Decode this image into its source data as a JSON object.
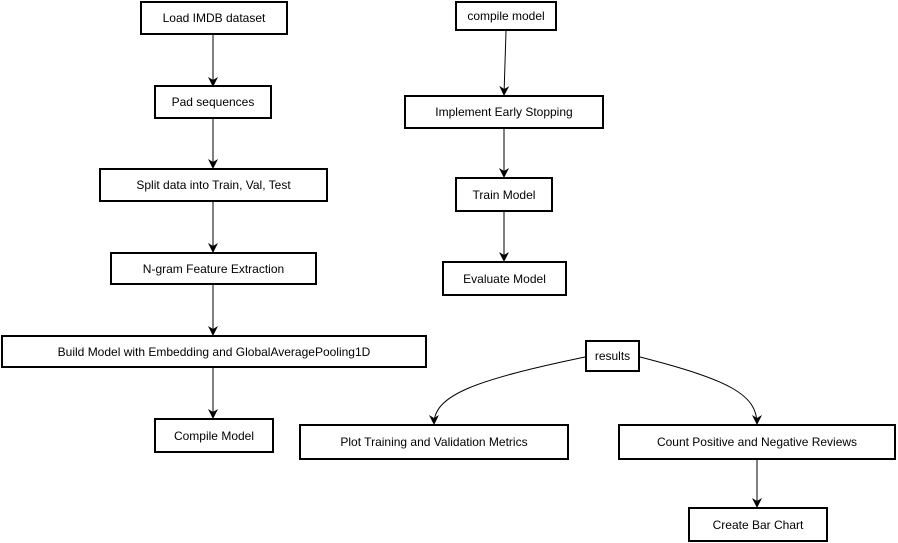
{
  "diagram": {
    "colors": {
      "stroke": "#000000",
      "fill": "#ffffff",
      "text": "#000000"
    },
    "nodes": {
      "load_imdb": {
        "label": "Load IMDB dataset"
      },
      "pad_sequences": {
        "label": "Pad sequences"
      },
      "split_data": {
        "label": "Split data into Train, Val, Test"
      },
      "ngram": {
        "label": "N-gram Feature Extraction"
      },
      "build_model": {
        "label": "Build Model with Embedding and GlobalAveragePooling1D"
      },
      "compile_model_1": {
        "label": "Compile Model"
      },
      "compile_model_2": {
        "label": "compile model"
      },
      "early_stopping": {
        "label": "Implement Early Stopping"
      },
      "train_model": {
        "label": "Train Model"
      },
      "evaluate_model": {
        "label": "Evaluate Model"
      },
      "results": {
        "label": "results"
      },
      "plot_metrics": {
        "label": "Plot Training and Validation Metrics"
      },
      "count_reviews": {
        "label": "Count Positive and Negative Reviews"
      },
      "bar_chart": {
        "label": "Create Bar Chart"
      }
    },
    "edges": [
      {
        "from": "load_imdb",
        "to": "pad_sequences"
      },
      {
        "from": "pad_sequences",
        "to": "split_data"
      },
      {
        "from": "split_data",
        "to": "ngram"
      },
      {
        "from": "ngram",
        "to": "build_model"
      },
      {
        "from": "build_model",
        "to": "compile_model_1"
      },
      {
        "from": "compile_model_2",
        "to": "early_stopping"
      },
      {
        "from": "early_stopping",
        "to": "train_model"
      },
      {
        "from": "train_model",
        "to": "evaluate_model"
      },
      {
        "from": "results",
        "to": "plot_metrics"
      },
      {
        "from": "results",
        "to": "count_reviews"
      },
      {
        "from": "count_reviews",
        "to": "bar_chart"
      }
    ]
  }
}
